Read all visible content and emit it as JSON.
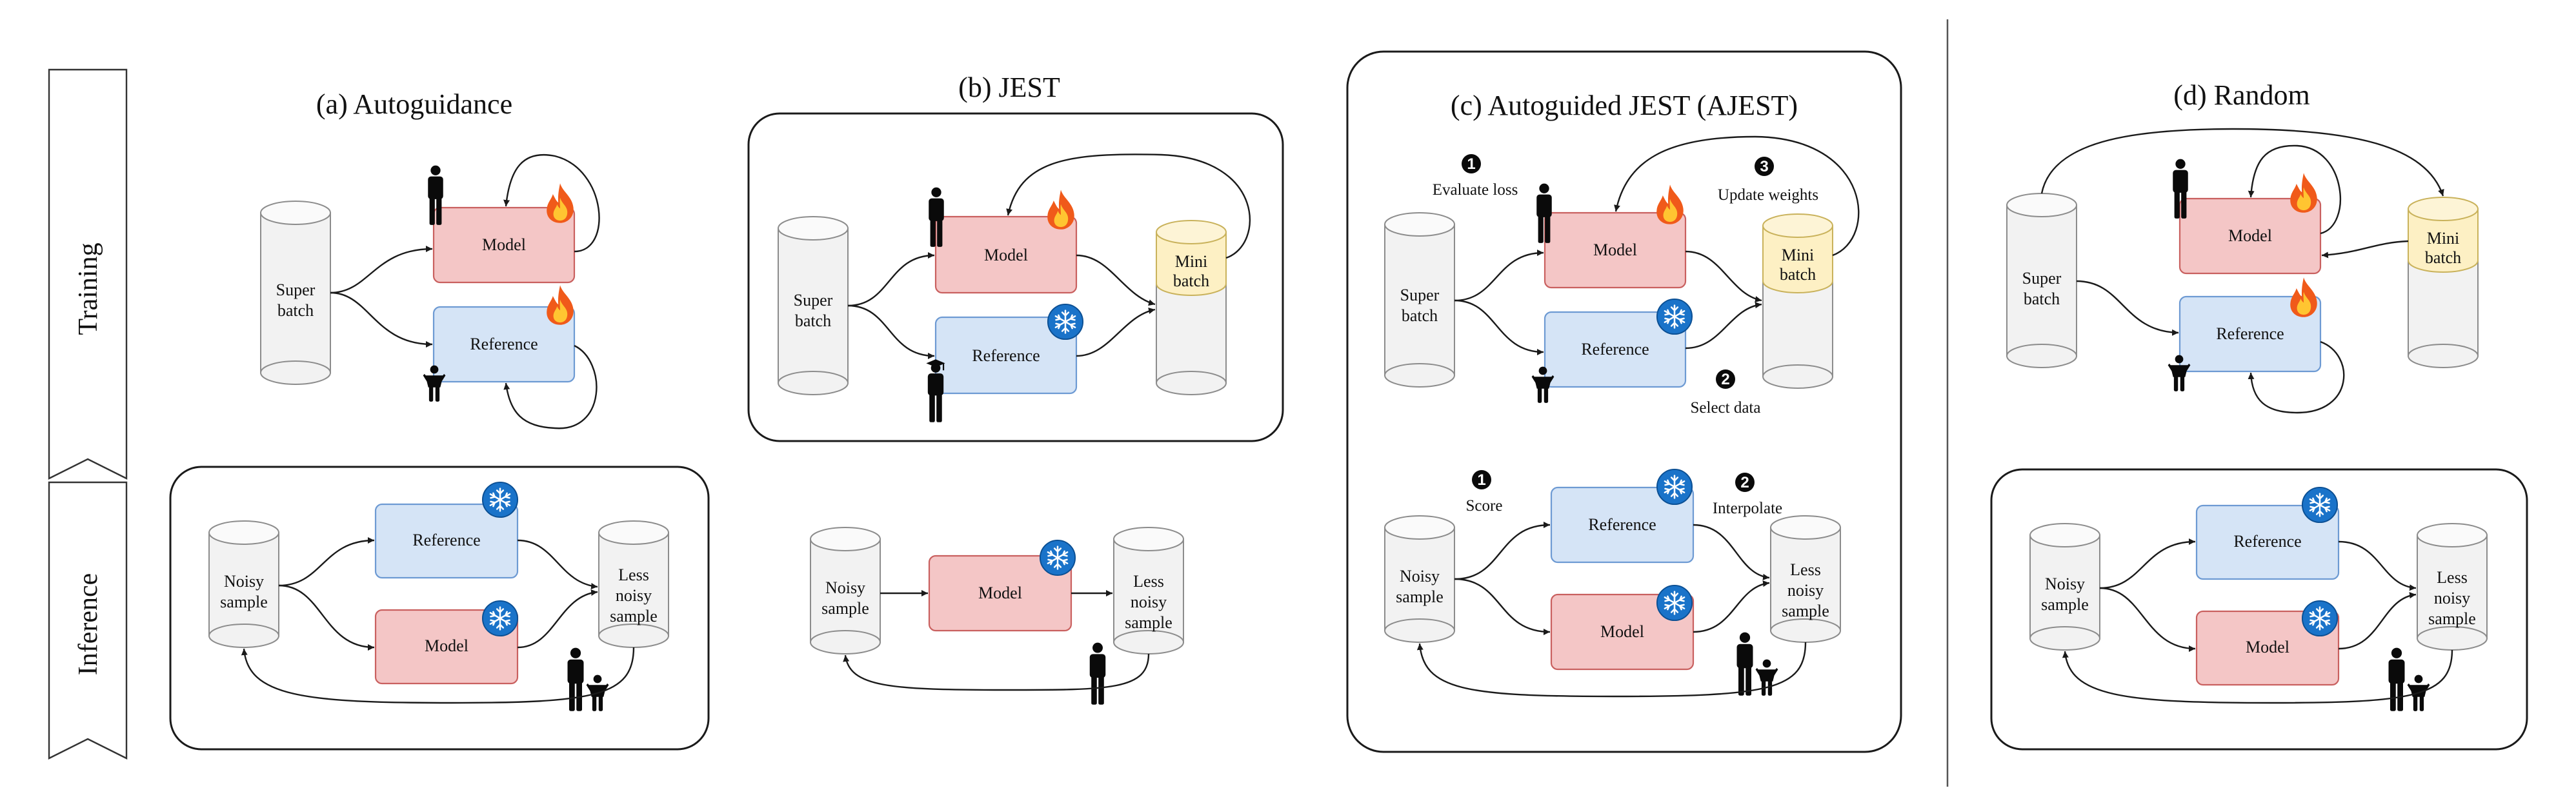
{
  "stages": {
    "training": "Training",
    "inference": "Inference"
  },
  "panels": {
    "a": {
      "title": "(a) Autoguidance",
      "train": {
        "source": [
          "Super",
          "batch"
        ],
        "model": "Model",
        "reference": "Reference"
      },
      "infer": {
        "source": [
          "Noisy",
          "sample"
        ],
        "model": "Model",
        "reference": "Reference",
        "target": [
          "Less",
          "noisy",
          "sample"
        ]
      }
    },
    "b": {
      "title": "(b) JEST",
      "train": {
        "source": [
          "Super",
          "batch"
        ],
        "model": "Model",
        "reference": "Reference",
        "target": [
          "Mini",
          "batch"
        ]
      },
      "infer": {
        "source": [
          "Noisy",
          "sample"
        ],
        "model": "Model",
        "target": [
          "Less",
          "noisy",
          "sample"
        ]
      }
    },
    "c": {
      "title": "(c) Autoguided JEST (AJEST)",
      "train": {
        "source": [
          "Super",
          "batch"
        ],
        "model": "Model",
        "reference": "Reference",
        "target": [
          "Mini",
          "batch"
        ],
        "steps": [
          {
            "num": "1",
            "label": "Evaluate loss"
          },
          {
            "num": "2",
            "label": "Select data"
          },
          {
            "num": "3",
            "label": "Update weights"
          }
        ]
      },
      "infer": {
        "source": [
          "Noisy",
          "sample"
        ],
        "model": "Model",
        "reference": "Reference",
        "target": [
          "Less",
          "noisy",
          "sample"
        ],
        "steps": [
          {
            "num": "1",
            "label": "Score"
          },
          {
            "num": "2",
            "label": "Interpolate"
          }
        ]
      }
    },
    "d": {
      "title": "(d) Random",
      "train": {
        "source": [
          "Super",
          "batch"
        ],
        "model": "Model",
        "reference": "Reference",
        "target": [
          "Mini",
          "batch"
        ]
      },
      "infer": {
        "source": [
          "Noisy",
          "sample"
        ],
        "model": "Model",
        "reference": "Reference",
        "target": [
          "Less",
          "noisy",
          "sample"
        ]
      }
    }
  },
  "icons": {
    "trainable": "flame-icon",
    "frozen": "snowflake-icon",
    "adult": "person-icon",
    "child": "child-icon",
    "graduate": "graduate-icon"
  },
  "colors": {
    "model_fill": "#f4c6c6",
    "reference_fill": "#d5e4f6",
    "minibatch_fill": "#fdf0c4",
    "flame": "#f05a1a",
    "snowflake_badge": "#1a73c9"
  }
}
